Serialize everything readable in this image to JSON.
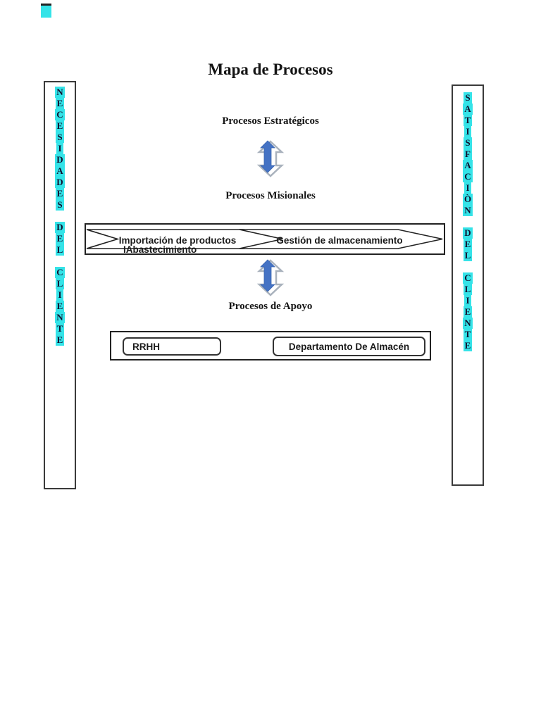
{
  "page": {
    "title": "Mapa de Procesos"
  },
  "left_bar": {
    "label": "NECESIDADES DEL CLIENTE",
    "words": [
      "NECESIDADES",
      "DEL",
      "CLIENTE"
    ]
  },
  "right_bar": {
    "label": "SATISFACIÒN DEL CLIENTE",
    "words": [
      "SATISFACIÒN",
      "DEL",
      "CLIENTE"
    ]
  },
  "diagram": {
    "strategic_label": "Procesos Estratégicos",
    "misional_label": "Procesos Misionales",
    "apoyo_label": "Procesos de Apoyo",
    "chevron_row": {
      "chevron1_label": "Importación de productos",
      "chevron1_sub_label": "IAbastecimiento",
      "chevron2_label": "Gestión de almacenamiento"
    },
    "apoyo_row": {
      "box1_label": "RRHH",
      "box2_label": "Departamento De Almacén"
    }
  },
  "colors": {
    "highlight_cyan": "#35e3e8",
    "arrow_blue": "#4472c4",
    "arrow_gray": "#a9b2bd"
  }
}
